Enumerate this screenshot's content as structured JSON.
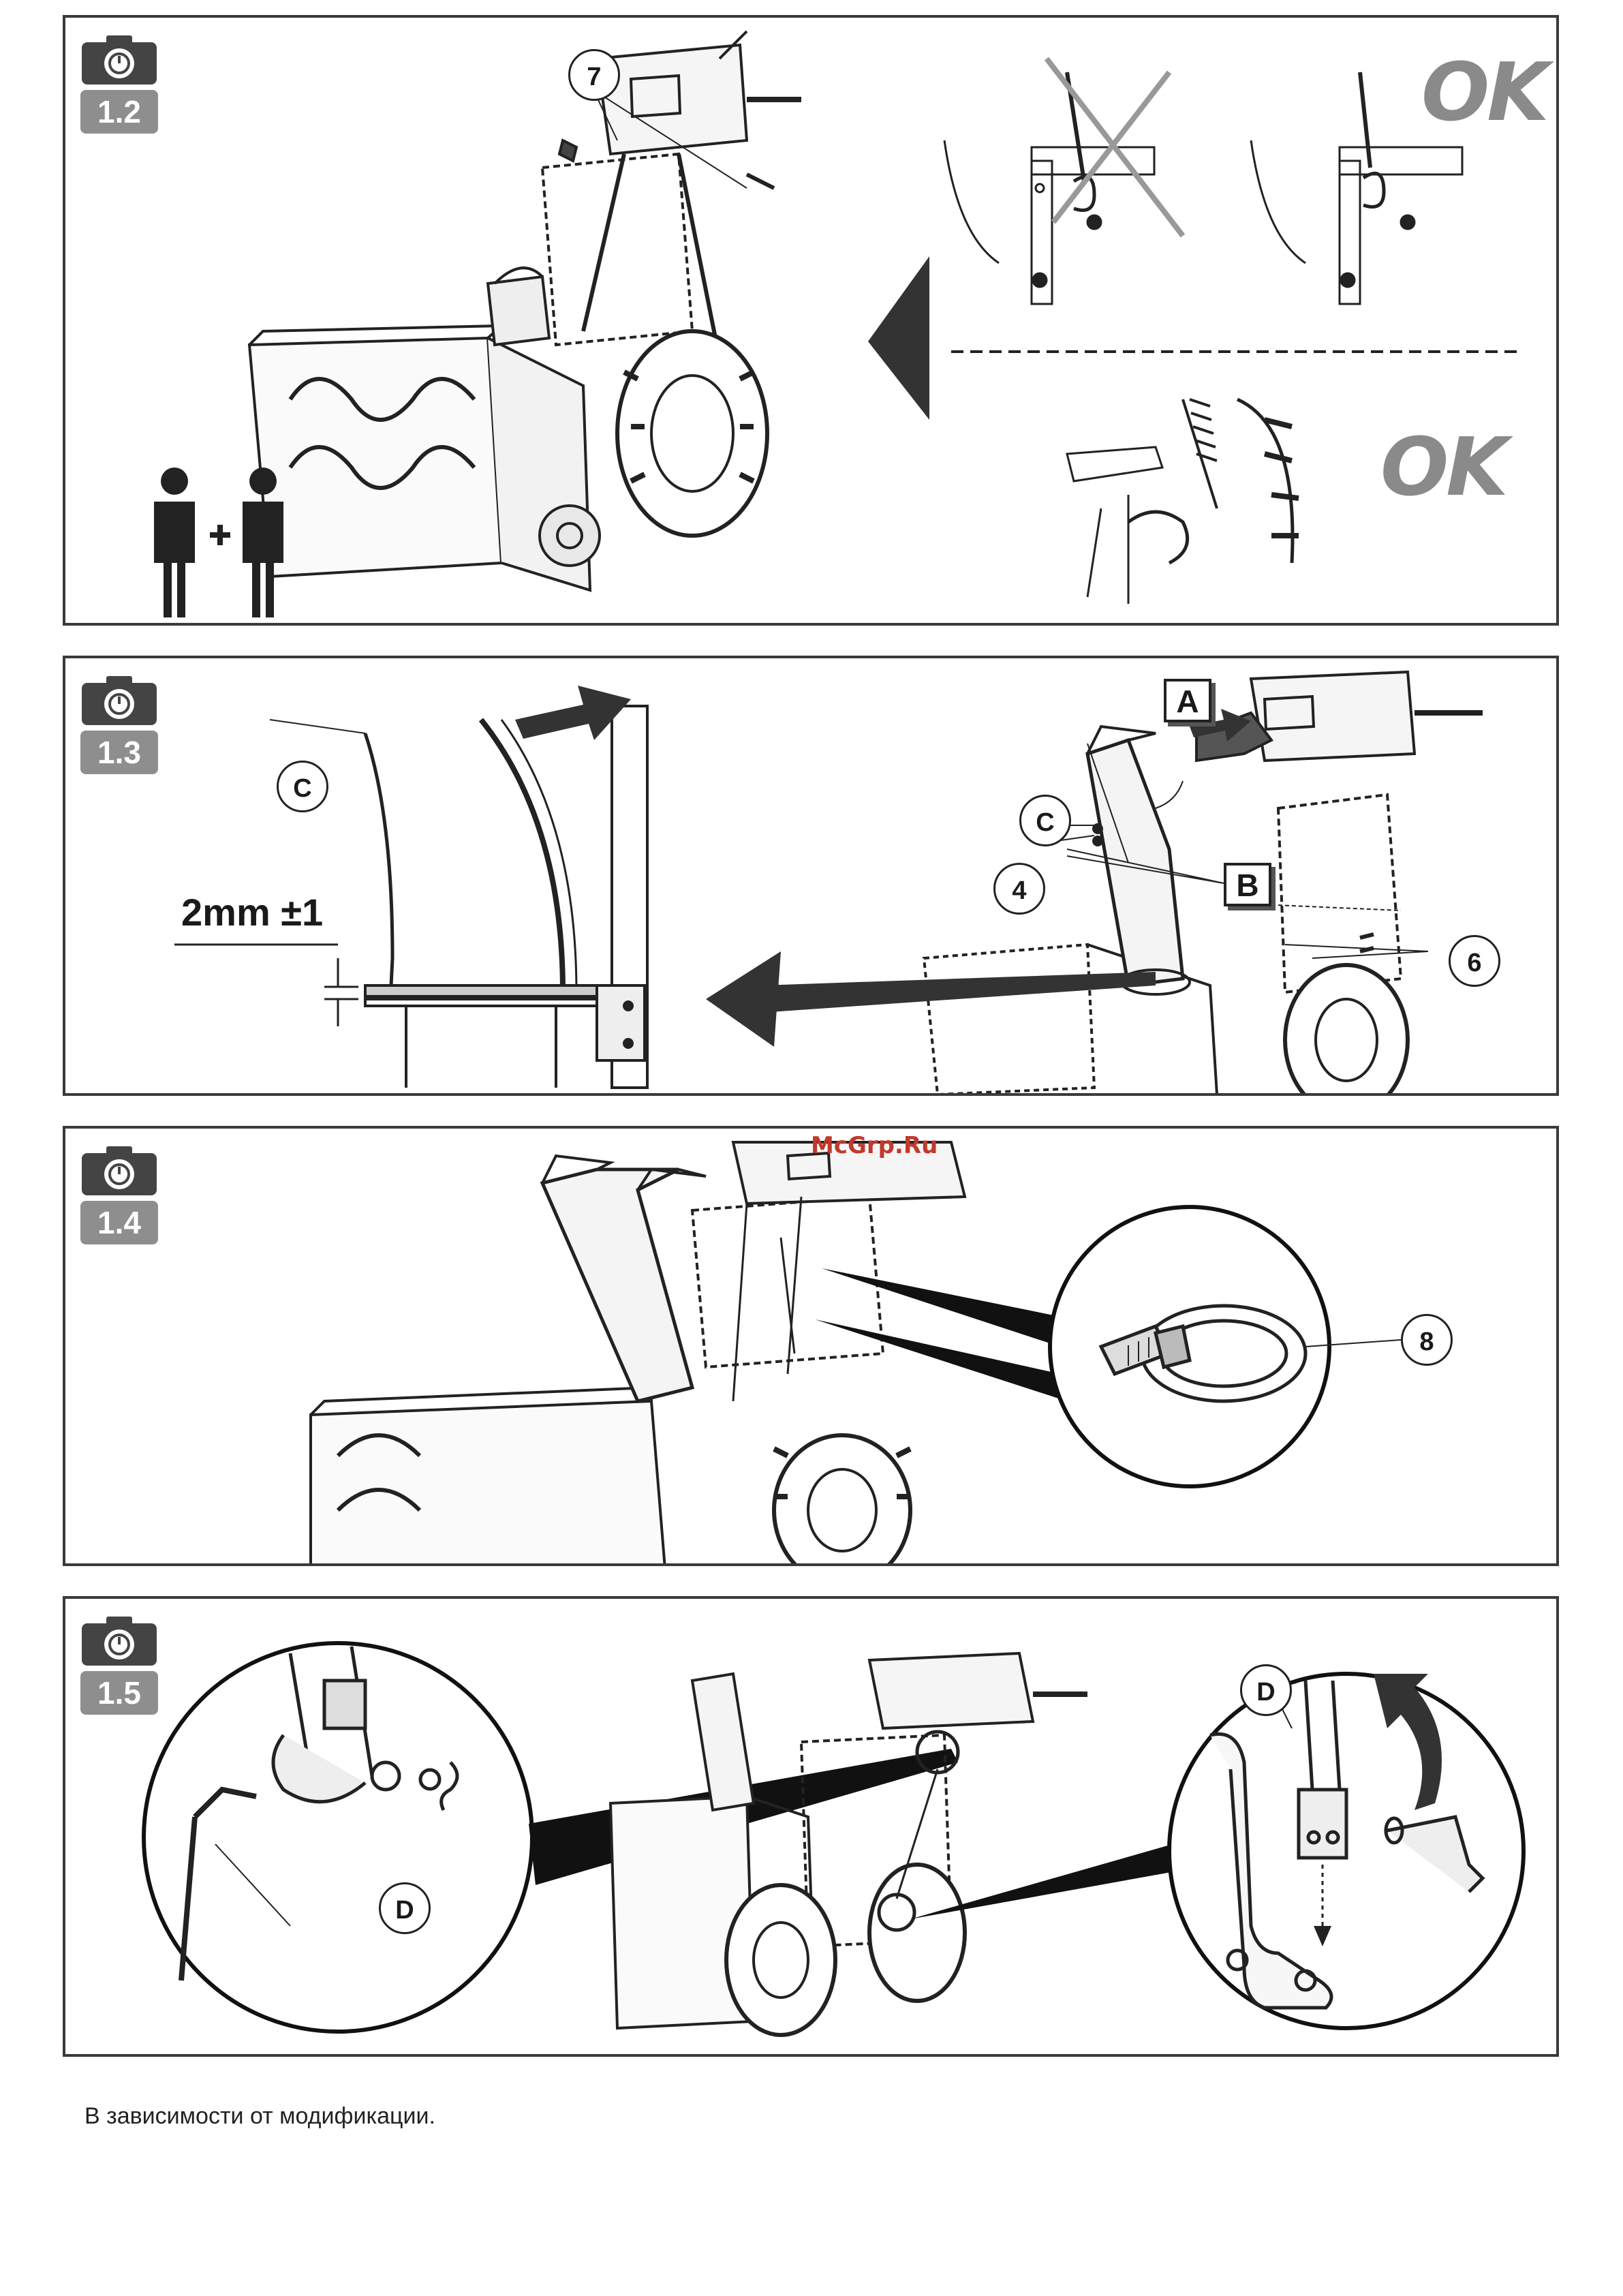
{
  "watermark": "McGrp.Ru",
  "footer_note": "В зависимости от модификации.",
  "panels": [
    {
      "step": "1.2",
      "callouts": [
        "7"
      ],
      "ok_labels": [
        "OK",
        "OK"
      ]
    },
    {
      "step": "1.3",
      "callouts": [
        "C",
        "C",
        "4",
        "6"
      ],
      "box_labels": [
        "A",
        "B"
      ],
      "dimension": "2mm ±1"
    },
    {
      "step": "1.4",
      "callouts": [
        "8"
      ]
    },
    {
      "step": "1.5",
      "callouts": [
        "D",
        "D"
      ]
    }
  ],
  "icons": [
    "camera-icon",
    "two-persons-icon",
    "arrow-left-icon",
    "arrow-up-icon",
    "rotate-arrow-icon"
  ],
  "colors": {
    "frame": "#3a3a3a",
    "badge": "#8e8e8e",
    "ok_text": "#8a8a8a",
    "watermark": "#c0392b"
  }
}
